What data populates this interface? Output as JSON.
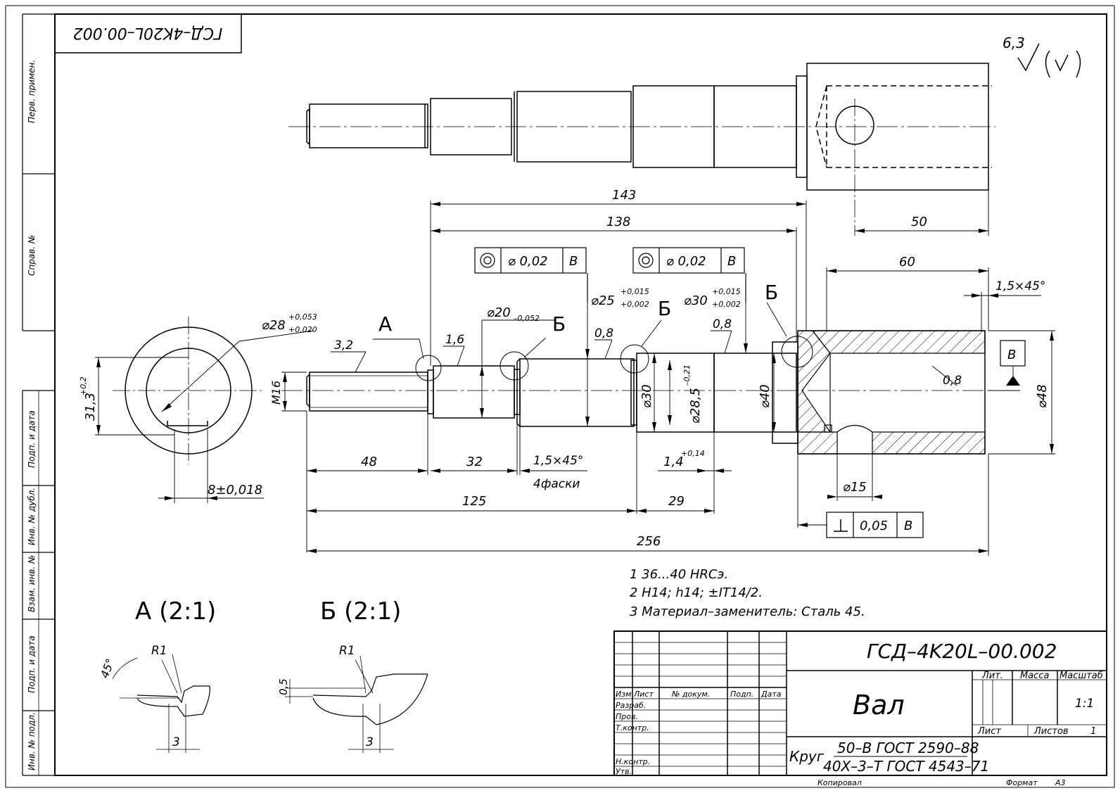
{
  "stamp": {
    "designation": "ГСД–4K20L–00.002",
    "designation_rotated": "ГСД–4K20L–00.002",
    "part_name": "Вал",
    "material_prefix": "Круг",
    "material_line1": "50–В ГОСТ 2590–88",
    "material_line2": "40Х–3–Т ГОСТ 4543–71",
    "col_lit": "Лит.",
    "col_mass": "Масса",
    "col_scale": "Масштаб",
    "scale_value": "1:1",
    "sheet_label": "Лист",
    "sheets_label": "Листов",
    "sheets_value": "1",
    "col_izm": "Изм.",
    "col_list": "Лист",
    "col_doc": "№ докум.",
    "col_sign": "Подп.",
    "col_date": "Дата",
    "row_razrab": "Разраб.",
    "row_prov": "Пров.",
    "row_tkontr": "Т.контр.",
    "row_nkontr": "Н.контр.",
    "row_utv": "Утв.",
    "copied": "Копировал",
    "format_label": "Формат",
    "format_value": "А3"
  },
  "side_strip": [
    "Перв. примен.",
    "Справ. №",
    "Подп. и дата",
    "Инв. № дубл.",
    "Взам. инв. №",
    "Подп. и дата",
    "Инв. № подл."
  ],
  "roughness": {
    "value": "6,3"
  },
  "notes": [
    "1  36...40 HRCэ.",
    "2  H14; h14; ±IT14/2.",
    "3  Материал–заменитель: Сталь 45."
  ],
  "details": {
    "a_title": "А (2:1)",
    "b_title": "Б (2:1)",
    "a_angle": "45°",
    "a_radius": "R1",
    "a_width": "3",
    "b_radius": "R1",
    "b_depth": "0,5",
    "b_width": "3"
  },
  "dims": {
    "d143": "143",
    "d138": "138",
    "d50": "50",
    "d60": "60",
    "d15x45": "1,5×45°",
    "tol1_value": "⌀ 0,02",
    "tol1_base": "В",
    "tol2_value": "⌀ 0,02",
    "tol2_base": "В",
    "d25": "⌀25",
    "d25_upper": "+0,015",
    "d25_lower": "+0,002",
    "d30tol": "⌀30",
    "d30_upper": "+0,015",
    "d30_lower": "+0,002",
    "d20": "⌀20",
    "d20_lower": "–0,052",
    "d28": "⌀28",
    "d28_upper": "+0,053",
    "d28_lower": "+0,020",
    "label_a": "А",
    "label_b1": "Б",
    "label_b2": "Б",
    "label_b3": "Б",
    "r32": "3,2",
    "r16": "1,6",
    "r08a": "0,8",
    "r08b": "0,8",
    "r08c": "0,8",
    "base_b": "В",
    "d48": "⌀48",
    "m16": "M16",
    "d30": "⌀30",
    "d285": "⌀28,5",
    "d285_lower": "–0,21",
    "d40": "⌀40",
    "d313": "31,3",
    "d313_upper": "+0,2",
    "d8": "8±0,018",
    "d48len": "48",
    "d32": "32",
    "d15x45b": "1,5×45°",
    "chamfers": "4фаски",
    "d14": "1,4",
    "d14_upper": "+0,14",
    "d125": "125",
    "d29": "29",
    "d15": "⌀15",
    "perp_value": "0,05",
    "perp_base": "В",
    "d256": "256"
  }
}
